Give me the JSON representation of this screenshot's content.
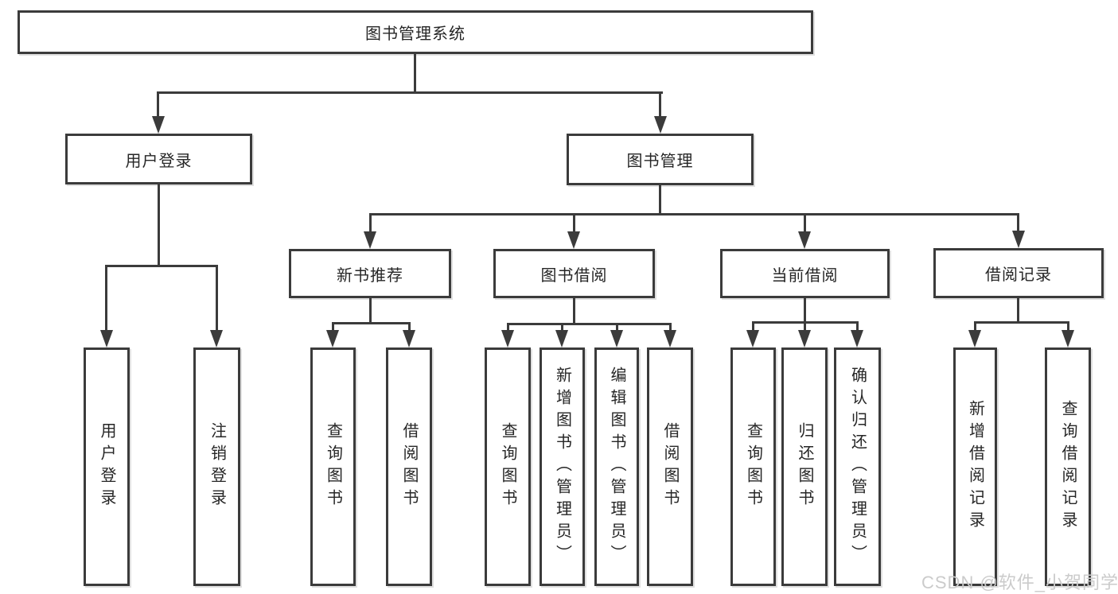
{
  "tree": {
    "root": {
      "label": "图书管理系统",
      "children": [
        {
          "label": "用户登录",
          "children": [
            {
              "label": "用户登录"
            },
            {
              "label": "注销登录"
            }
          ]
        },
        {
          "label": "图书管理",
          "children": [
            {
              "label": "新书推荐",
              "children": [
                {
                  "label": "查询图书"
                },
                {
                  "label": "借阅图书"
                }
              ]
            },
            {
              "label": "图书借阅",
              "children": [
                {
                  "label": "查询图书"
                },
                {
                  "label": "新增图书（管理员）"
                },
                {
                  "label": "编辑图书（管理员）"
                },
                {
                  "label": "借阅图书"
                }
              ]
            },
            {
              "label": "当前借阅",
              "children": [
                {
                  "label": "查询图书"
                },
                {
                  "label": "归还图书"
                },
                {
                  "label": "确认归还（管理员）"
                }
              ]
            },
            {
              "label": "借阅记录",
              "children": [
                {
                  "label": "新增借阅记录"
                },
                {
                  "label": "查询借阅记录"
                }
              ]
            }
          ]
        }
      ]
    }
  },
  "watermark": {
    "text": "CSDN @软件_小贺同学"
  },
  "colors": {
    "line": "#3b3b3b",
    "box_border": "#3b3b3b",
    "background": "#ffffff",
    "text": "#262626",
    "watermark": "#cbcbcb"
  }
}
